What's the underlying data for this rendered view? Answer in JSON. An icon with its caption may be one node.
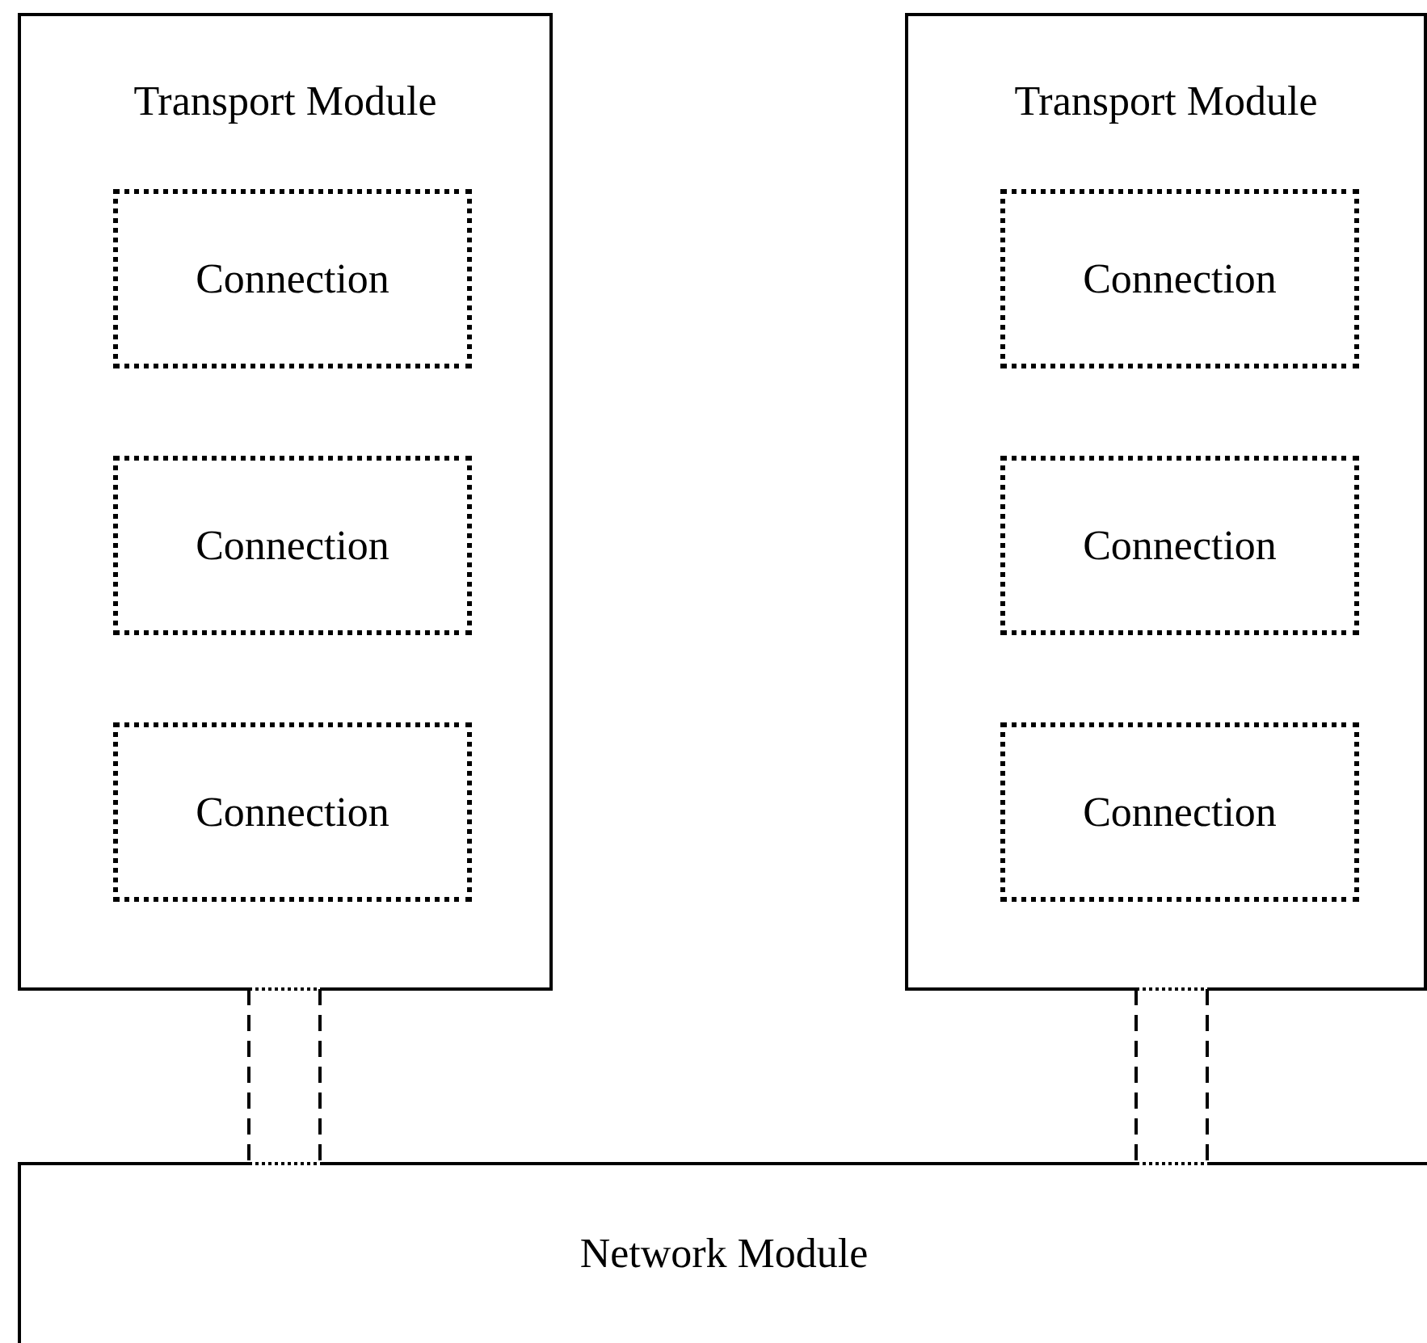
{
  "diagram": {
    "nodes": [
      {
        "text": [
          "Transport Module"
        ]
      },
      {
        "text": [
          "Connection"
        ],
        "in": 0
      },
      {
        "text": [
          "Connection"
        ],
        "in": 0
      },
      {
        "text": [
          "Connection"
        ],
        "in": 0
      },
      {
        "text": [
          "Transport Module"
        ]
      },
      {
        "text": [
          "Connection"
        ],
        "in": 4
      },
      {
        "text": [
          "Connection"
        ],
        "in": 4
      },
      {
        "text": [
          "Connection"
        ],
        "in": 4
      },
      {
        "text": [
          "Network Module"
        ]
      }
    ],
    "edges": [
      {
        "from": 0,
        "to": 8,
        "arrow": "none",
        "style": "dashed"
      },
      {
        "from": 4,
        "to": 8,
        "arrow": "none",
        "style": "dashed"
      }
    ]
  }
}
